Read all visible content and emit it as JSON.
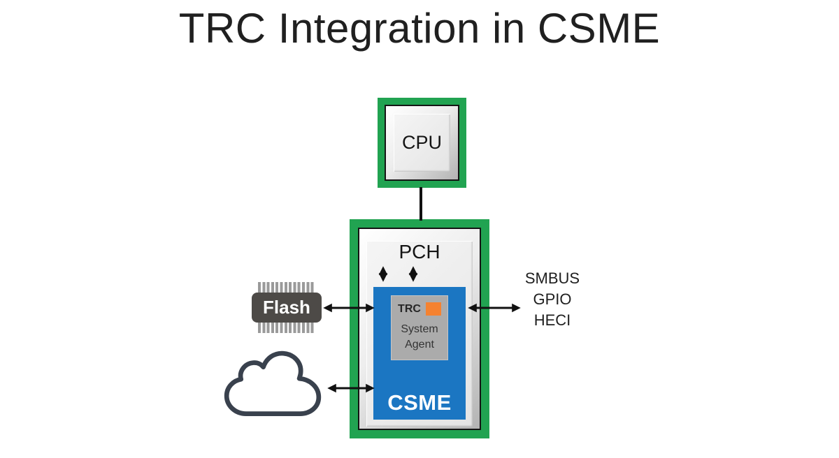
{
  "title": "TRC Integration in CSME",
  "cpu": {
    "label": "CPU"
  },
  "pch": {
    "label": "PCH"
  },
  "csme": {
    "label": "CSME"
  },
  "system_agent": {
    "trc_label": "TRC",
    "label": "System Agent"
  },
  "flash": {
    "label": "Flash"
  },
  "bus_labels": [
    "SMBUS",
    "GPIO",
    "HECI"
  ],
  "icons": {
    "flash": "flash-chip-icon",
    "cloud": "cloud-icon",
    "trc_block": "trc-orange-block-icon"
  },
  "colors": {
    "frame_green": "#21A351",
    "csme_blue": "#1B76C2",
    "trc_orange": "#F58230",
    "system_agent_gray": "#ABABAB",
    "flash_body_dark": "#4D4A47",
    "cloud_stroke": "#39414D",
    "arrow_black": "#111111"
  }
}
